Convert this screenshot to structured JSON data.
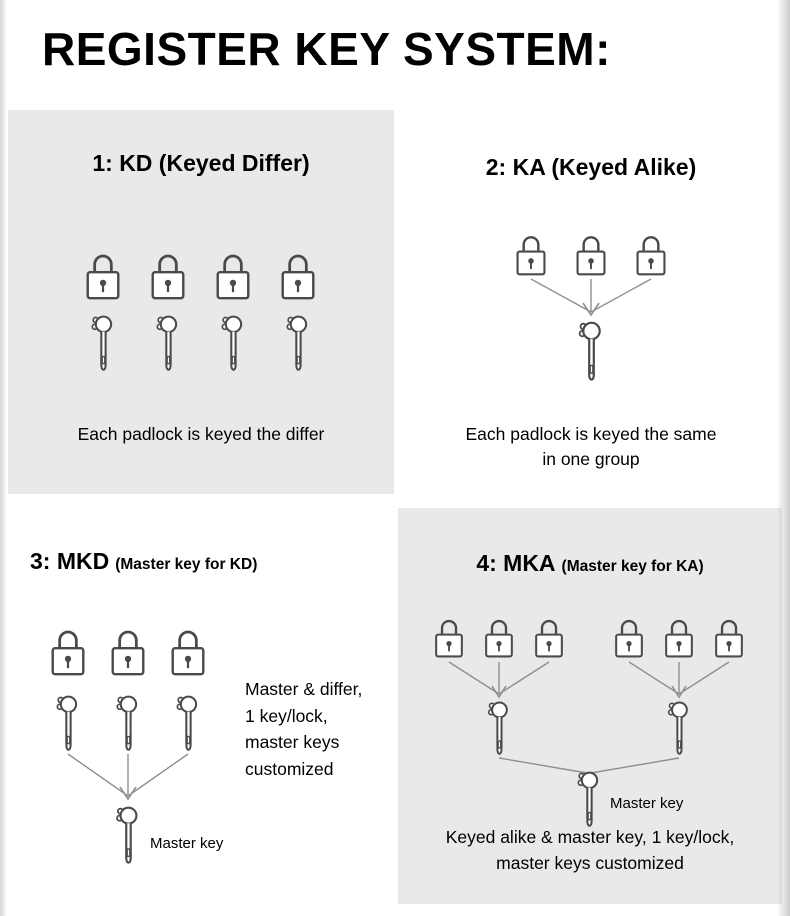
{
  "page": {
    "title": "REGISTER KEY SYSTEM:"
  },
  "colors": {
    "panel_bg": "#e9e9e9",
    "icon_stroke": "#4a4a4a",
    "connector_line": "#8f8f8f",
    "text": "#000000"
  },
  "icons": {
    "padlock": "padlock-icon",
    "key": "key-icon",
    "arrow_down": "arrow-down-icon"
  },
  "sections": {
    "kd": {
      "heading": "1: KD (Keyed Differ)",
      "caption": "Each padlock is keyed the differ"
    },
    "ka": {
      "heading": "2: KA (Keyed Alike)",
      "caption_line1": "Each padlock is keyed the same",
      "caption_line2": "in one group"
    },
    "mkd": {
      "heading_main": "3: MKD",
      "heading_sub": "(Master key for KD)",
      "side_note_lines": [
        "Master & differ,",
        "1 key/lock,",
        "master keys",
        "customized"
      ],
      "master_key_label": "Master key"
    },
    "mka": {
      "heading_main": "4: MKA",
      "heading_sub": "(Master key for KA)",
      "master_key_label": "Master key",
      "caption_line1": "Keyed alike & master key, 1 key/lock,",
      "caption_line2": "master keys customized"
    }
  }
}
